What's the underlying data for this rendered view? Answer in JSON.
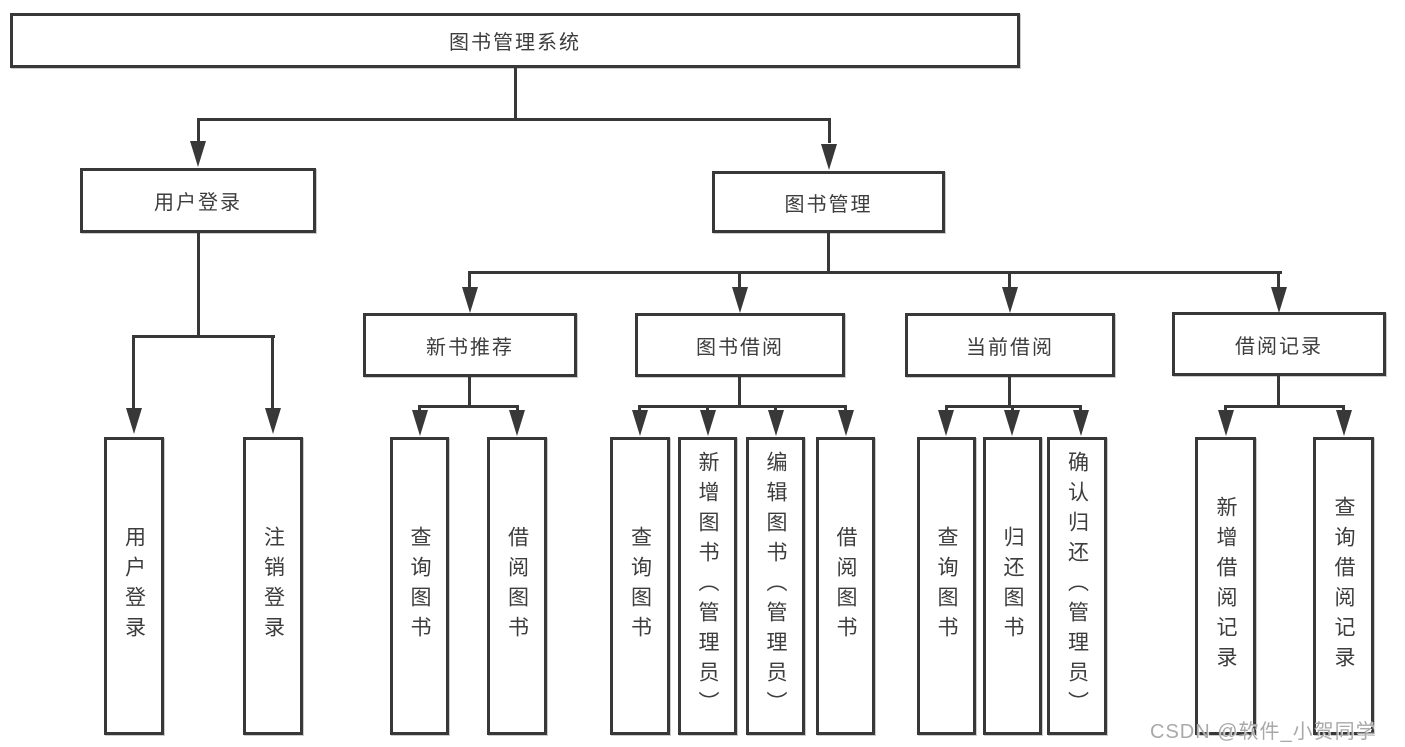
{
  "diagram": {
    "root": "图书管理系统",
    "level2": [
      "用户登录",
      "图书管理"
    ],
    "level3": [
      "新书推荐",
      "图书借阅",
      "当前借阅",
      "借阅记录"
    ],
    "leaves": [
      "用户登录",
      "注销登录",
      "查询图书",
      "借阅图书",
      "查询图书",
      "新增图书（管理员）",
      "编辑图书（管理员）",
      "借阅图书",
      "查询图书",
      "归还图书",
      "确认归还（管理员）",
      "新增借阅记录",
      "查询借阅记录"
    ]
  },
  "watermark": "CSDN @软件_小贺同学",
  "colors": {
    "line": "#383838",
    "text": "#3d3d3d",
    "watermark": "#a9a9a9",
    "background": "#ffffff"
  }
}
